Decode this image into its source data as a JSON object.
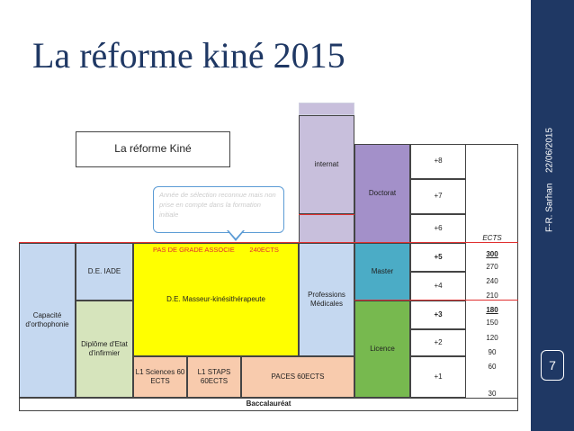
{
  "slide": {
    "title": "La réforme kiné 2015",
    "date": "22/06/2015",
    "author": "F-R. Sarhan",
    "page_number": "7"
  },
  "diagram": {
    "box_title": "La réforme Kiné",
    "tooltip": "Année de sélection reconnue mais non prise en compte dans la formation initiale",
    "internat": "internat",
    "doctorat": "Doctorat",
    "master": "Master",
    "licence": "Licence",
    "professions": "Professions Médicales",
    "capacite": "Capacité d'orthophonie",
    "de_iade": "D.E. IADE",
    "diplome_infirmier": "Diplôme d'Etat d'infirmier",
    "pas_de_grade": "PAS DE GRADE ASSOCIE        240ECTS",
    "de_masseur": "D.E.  Masseur-kinésithérapeute",
    "l1_sciences": "L1 Sciences 60 ECTS",
    "l1_staps": "L1 STAPS 60ECTS",
    "paces": "PACES 60ECTS",
    "baccalaureat": "Baccalauréat",
    "levels": [
      "+8",
      "+7",
      "+6",
      "+5",
      "+4",
      "+3",
      "+2",
      "+1"
    ],
    "ects_header": "ECTS",
    "ects_values": [
      "300",
      "270",
      "240",
      "210",
      "180",
      "150",
      "120",
      "90",
      "60",
      "30"
    ]
  },
  "colors": {
    "title": "#1f3864",
    "sidebar": "#1f3864",
    "red_line": "#e03030",
    "yellow": "#ffff00",
    "blue": "#c5d8f0",
    "green": "#d6e4bc",
    "peach": "#f8cbad",
    "lavender": "#c8bfdc",
    "purple": "#a390c9",
    "teal": "#4bacc6",
    "licence_green": "#77b94f"
  }
}
